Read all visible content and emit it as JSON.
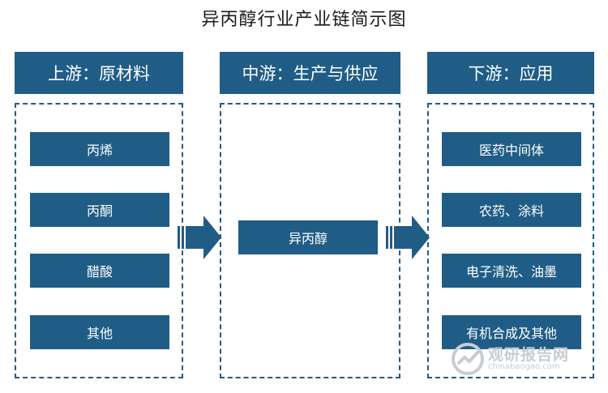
{
  "title": "异丙醇行业产业链简示图",
  "columns": [
    {
      "header": "上游：原材料",
      "items": [
        "丙烯",
        "丙酮",
        "醋酸",
        "其他"
      ]
    },
    {
      "header": "中游：生产与供应",
      "items": [
        "异丙醇"
      ]
    },
    {
      "header": "下游：应用",
      "items": [
        "医药中间体",
        "农药、涂料",
        "电子清洗、油墨",
        "有机合成及其他"
      ]
    }
  ],
  "colors": {
    "primary": "#1f5d86",
    "watermark": "#c8ccd2"
  },
  "watermark": {
    "name": "观研报告网",
    "url": "chinabaogao.com"
  }
}
